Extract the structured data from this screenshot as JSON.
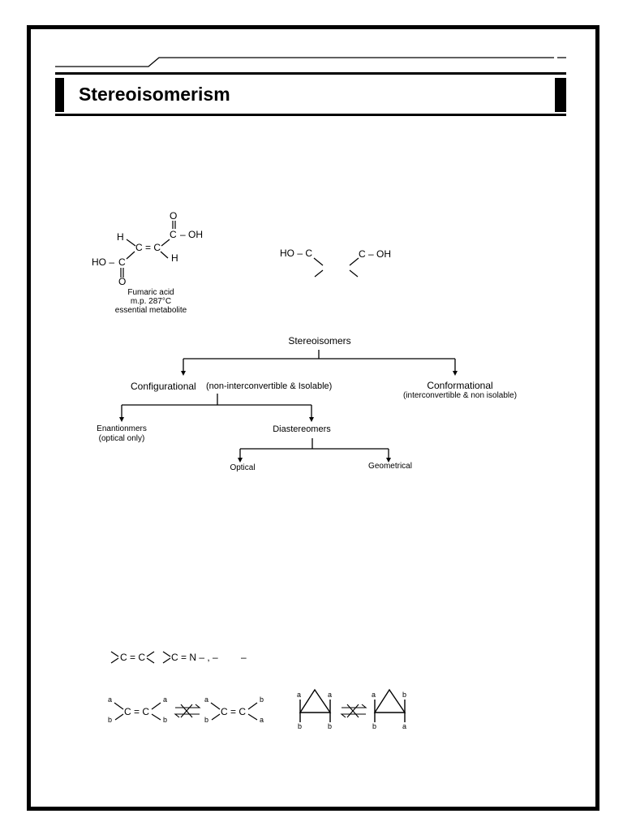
{
  "title": "Stereoisomerism",
  "fumaric": {
    "o_top": "O",
    "c_top": "C",
    "oh_right": "– OH",
    "h_left": "H",
    "c_eq_c": "C = C",
    "h_right": "H",
    "ho_left": "HO –",
    "c_bottom": "C",
    "o_bottom": "O",
    "caption_line1": "Fumaric acid",
    "caption_line2": "m.p. 287°C",
    "caption_line3": "essential metabolite"
  },
  "partial_structure": {
    "left": "HO – C",
    "right": "C – OH"
  },
  "tree": {
    "root": "Stereoisomers",
    "configurational": "Configurational",
    "configurational_note": "(non-interconvertible & Isolable)",
    "conformational": "Conformational",
    "conformational_note": "(interconvertible & non isolable)",
    "enantiomers": "Enantionmers",
    "enantiomers_note": "(optical only)",
    "diastereomers": "Diastereomers",
    "optical": "Optical",
    "geometrical": "Geometrical"
  },
  "bond_types": {
    "cc": "C = C",
    "cn": "C = N – , –",
    "dash": "–"
  },
  "alkene_pair": {
    "left": {
      "tl": "a",
      "bl": "b",
      "center": "C = C",
      "tr": "a",
      "br": "b"
    },
    "right": {
      "tl": "a",
      "bl": "b",
      "center": "C = C",
      "tr": "b",
      "br": "a"
    }
  },
  "ring_pair": {
    "left": {
      "tl": "a",
      "tr": "a",
      "bl": "b",
      "br": "b"
    },
    "right": {
      "tl": "a",
      "tr": "b",
      "bl": "b",
      "br": "a"
    }
  }
}
